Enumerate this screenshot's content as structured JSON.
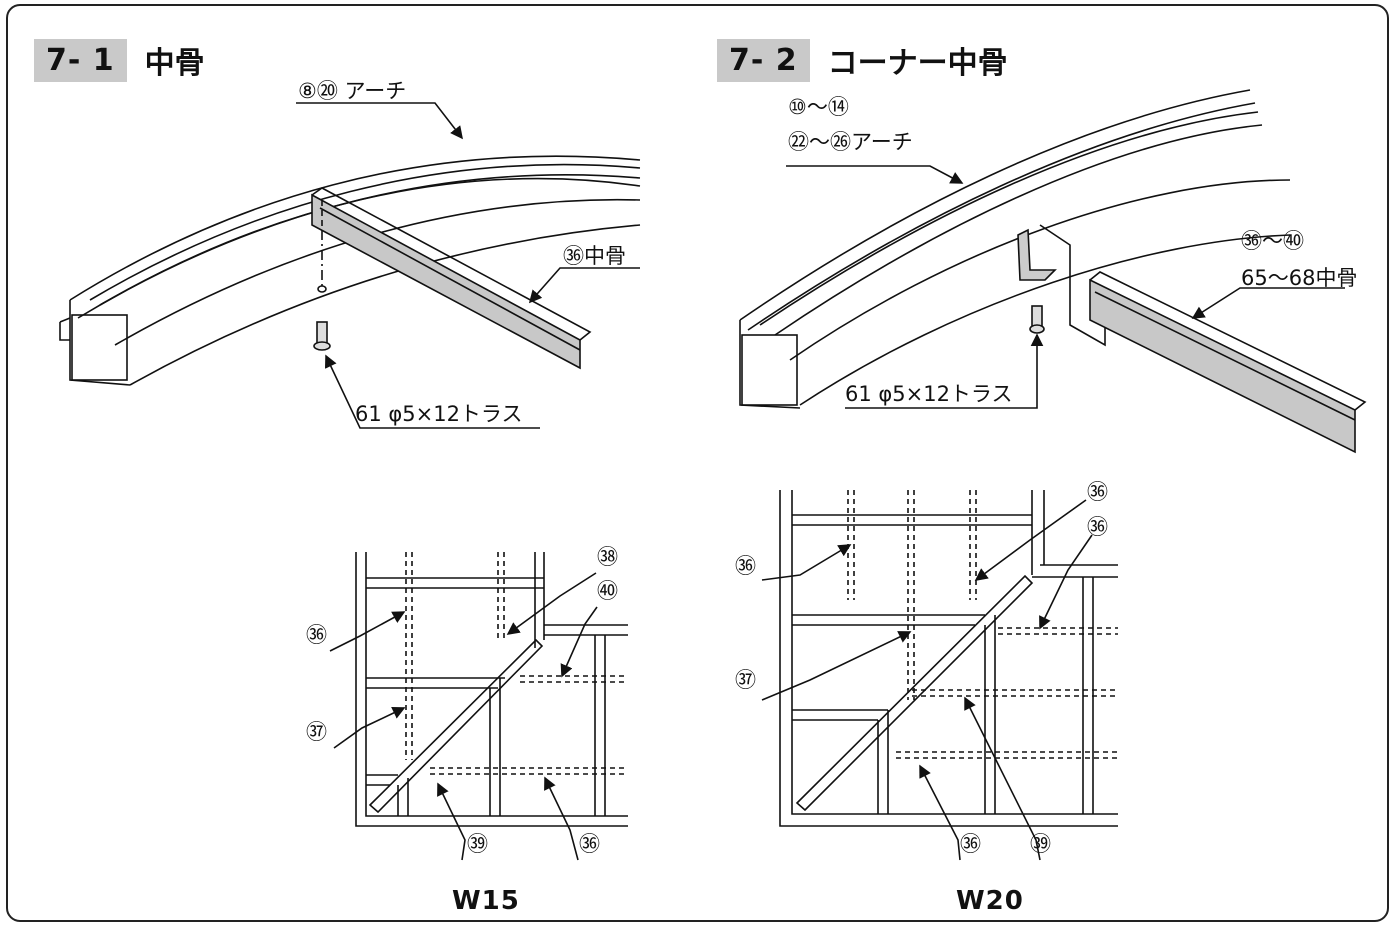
{
  "sections": [
    {
      "number": "7- 1",
      "title": "中骨"
    },
    {
      "number": "7- 2",
      "title": "コーナー中骨"
    }
  ],
  "labels_7_1": {
    "arch": "⑧⑳ アーチ",
    "naka": "㊱中骨",
    "screw": "61 φ5×12トラス"
  },
  "labels_7_2": {
    "arch_line1": "⑩～⑭",
    "arch_line2": "㉒～㉖アーチ",
    "naka_line1": "㊱～㊵",
    "naka_line2": "65～68中骨",
    "screw": "61 φ5×12トラス"
  },
  "w15": {
    "caption": "W15",
    "callouts": [
      "㊱",
      "㊲",
      "㊳",
      "㊵",
      "㊴",
      "㊱"
    ]
  },
  "w20": {
    "caption": "W20",
    "callouts": [
      "㊱",
      "㊱",
      "㊱",
      "㊲",
      "㊱",
      "㊴"
    ]
  }
}
